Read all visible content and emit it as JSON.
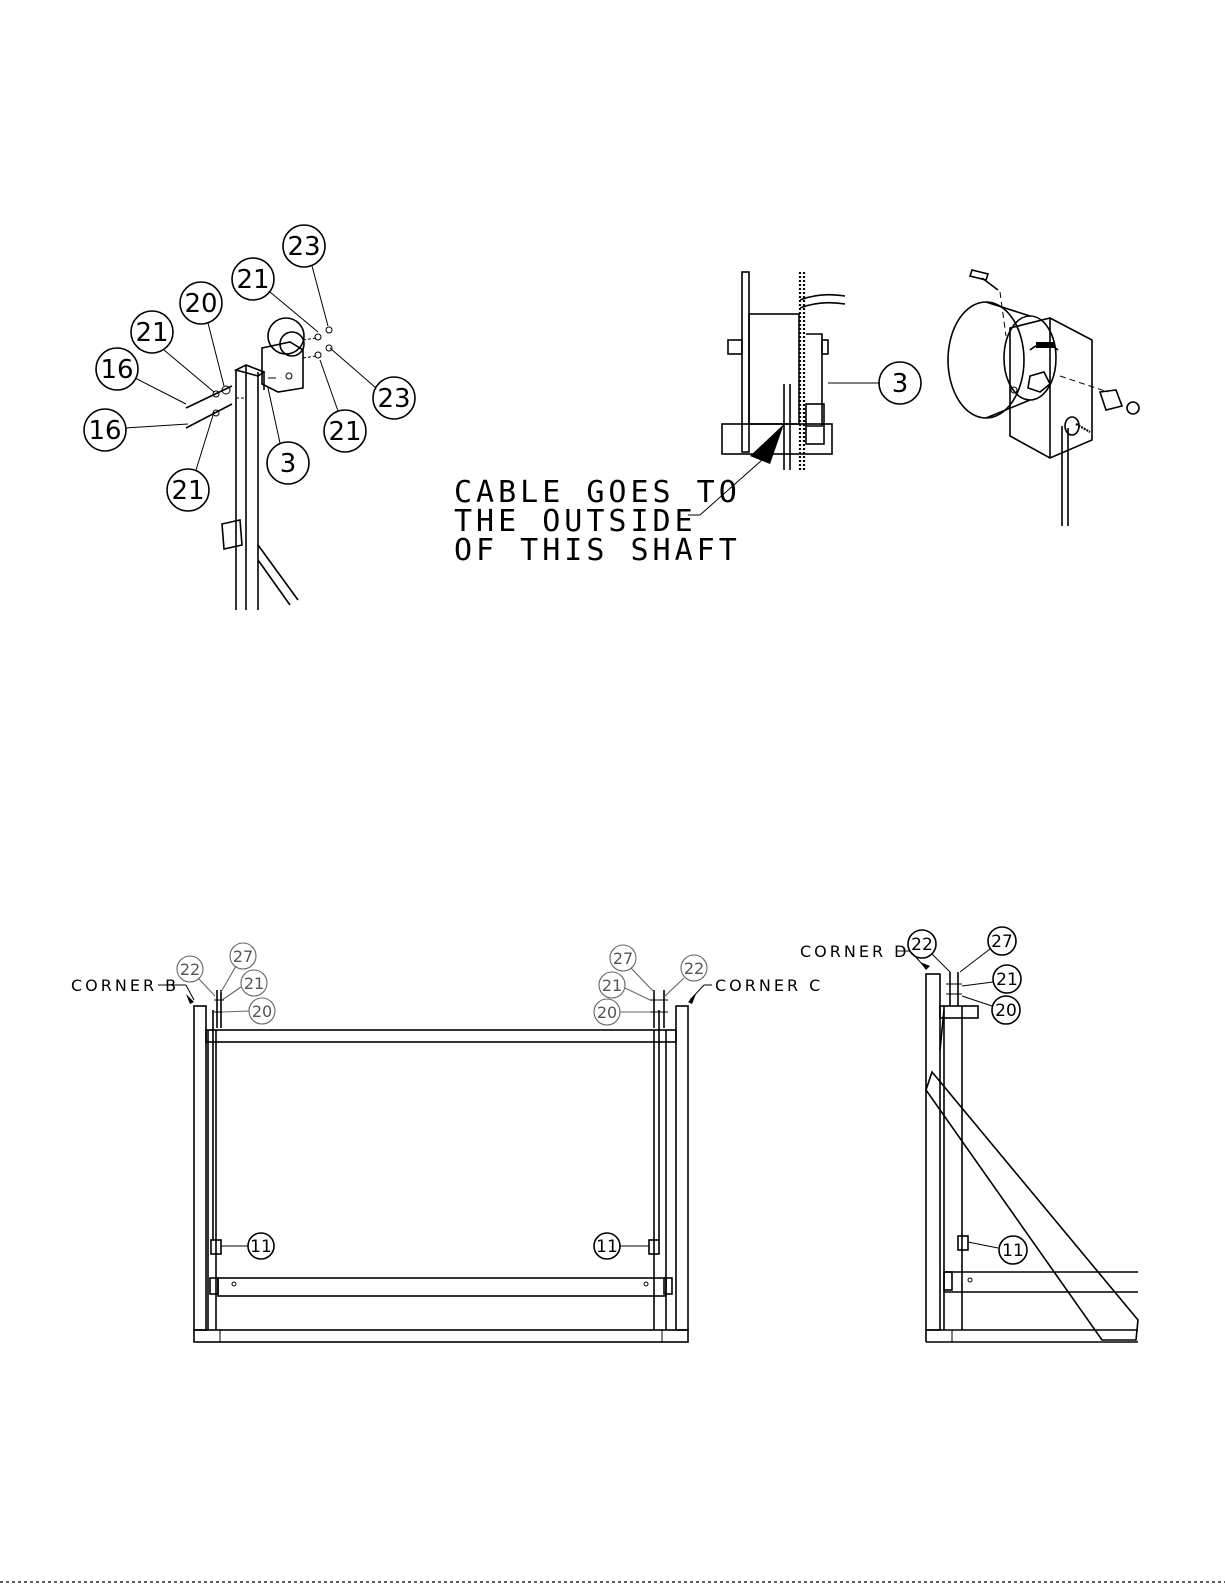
{
  "callouts": {
    "top_left": [
      "23",
      "21",
      "20",
      "21",
      "16",
      "23",
      "16",
      "21",
      "3",
      "21"
    ],
    "top_mid": "3",
    "bottom_left": [
      "27",
      "22",
      "21",
      "20"
    ],
    "bottom_right_group": [
      "27",
      "22",
      "21",
      "20"
    ],
    "side": [
      "22",
      "27",
      "21",
      "20"
    ],
    "eleven": [
      "11",
      "11",
      "11"
    ]
  },
  "corners": {
    "b": "CORNER B",
    "c": "CORNER C",
    "d": "CORNER D"
  },
  "note": {
    "line1": "CABLE GOES TO",
    "line2": "THE OUTSIDE",
    "line3": "OF THIS SHAFT"
  }
}
